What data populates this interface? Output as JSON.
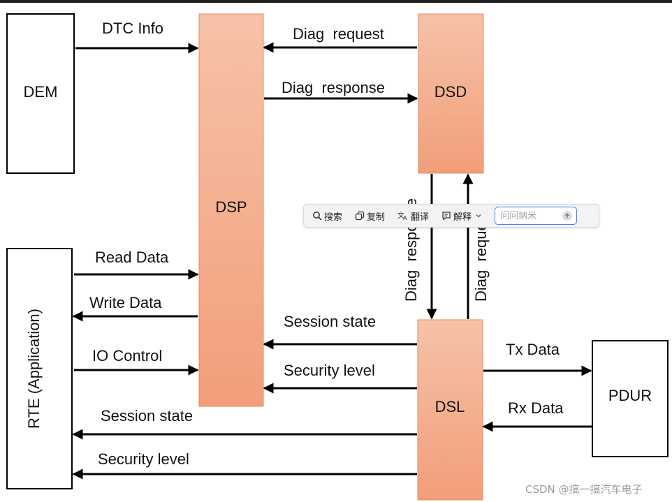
{
  "blocks": {
    "dem": "DEM",
    "dsp": "DSP",
    "dsd": "DSD",
    "dsl": "DSL",
    "rte": "RTE (Application)",
    "pdur": "PDUR"
  },
  "arrows": {
    "dtc_info": "DTC Info",
    "diag_request_top": "Diag  request",
    "diag_response_top": "Diag  response",
    "diag_response_vertical": "Diag  response",
    "diag_request_vertical": "Diag  request",
    "read_data": "Read Data",
    "write_data": "Write Data",
    "io_control": "IO Control",
    "session_state_dsp": "Session state",
    "security_level_dsp": "Security level",
    "tx_data": "Tx Data",
    "rx_data": "Rx Data",
    "session_state_rte": "Session state",
    "security_level_rte": "Security level"
  },
  "toolbar": {
    "search": "搜索",
    "copy": "复制",
    "translate": "翻译",
    "explain": "解释",
    "ask_placeholder": "问问纳米"
  },
  "watermark": "CSDN @搞一搞汽车电子",
  "colors": {
    "block_gradient_top": "#f6c2a8",
    "block_gradient_bottom": "#f29e7a",
    "block_border": "#e48a63"
  }
}
